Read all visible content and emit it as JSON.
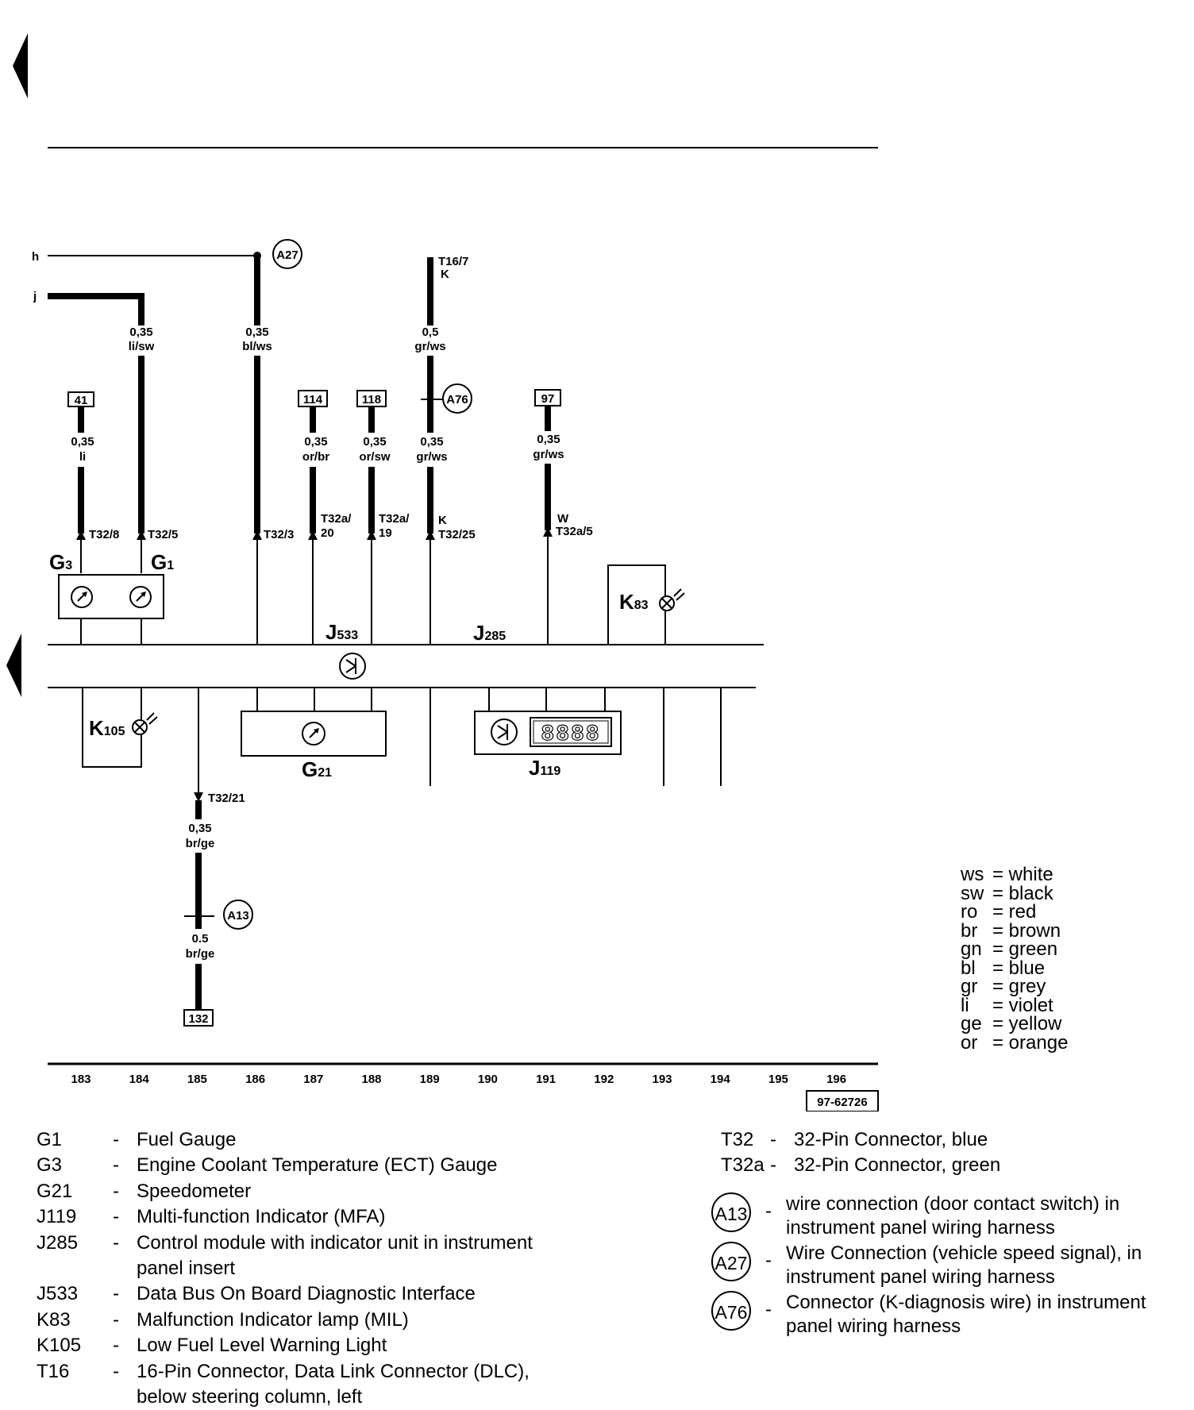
{
  "wire_ends": {
    "h": "h",
    "j": "j"
  },
  "wires": {
    "w184": {
      "size": "0,35",
      "color": "li/sw"
    },
    "w186": {
      "size": "0,35",
      "color": "bl/ws"
    },
    "w189top": {
      "size": "0,5",
      "color": "gr/ws"
    },
    "w183": {
      "size": "0,35",
      "color": "li"
    },
    "w187": {
      "size": "0,35",
      "color": "or/br"
    },
    "w188": {
      "size": "0,35",
      "color": "or/sw"
    },
    "w189": {
      "size": "0,35",
      "color": "gr/ws"
    },
    "w191": {
      "size": "0,35",
      "color": "gr/ws"
    },
    "w185a": {
      "size": "0,35",
      "color": "br/ge"
    },
    "w185b": {
      "size": "0.5",
      "color": "br/ge"
    }
  },
  "connector_refs": {
    "r41": "41",
    "r114": "114",
    "r118": "118",
    "r97": "97",
    "r132": "132"
  },
  "pins": {
    "p183": "T32/8",
    "p184": "T32/5",
    "p186": "T32/3",
    "p187a": "T32a/",
    "p187b": "20",
    "p188a": "T32a/",
    "p188b": "19",
    "p189a": "K",
    "p189b": "T32/25",
    "p191a": "W",
    "p191b": "T32a/5",
    "p185": "T32/21",
    "t16a": "T16/7",
    "t16b": "K"
  },
  "circles": {
    "a27": "A27",
    "a76": "A76",
    "a13": "A13"
  },
  "components": {
    "g3": {
      "main": "G",
      "sub": "3"
    },
    "g1": {
      "main": "G",
      "sub": "1"
    },
    "j533": {
      "main": "J",
      "sub": "533"
    },
    "j285": {
      "main": "J",
      "sub": "285"
    },
    "k83": {
      "main": "K",
      "sub": "83"
    },
    "k105": {
      "main": "K",
      "sub": "105"
    },
    "g21": {
      "main": "G",
      "sub": "21"
    },
    "j119": {
      "main": "J",
      "sub": "119"
    }
  },
  "display_digits": "8888",
  "track_numbers": [
    "183",
    "184",
    "185",
    "186",
    "187",
    "188",
    "189",
    "190",
    "191",
    "192",
    "193",
    "194",
    "195",
    "196"
  ],
  "diagram_id": "97-62726",
  "color_legend": [
    {
      "code": "ws",
      "name": "= white"
    },
    {
      "code": "sw",
      "name": "= black"
    },
    {
      "code": "ro",
      "name": "= red"
    },
    {
      "code": "br",
      "name": "= brown"
    },
    {
      "code": "gn",
      "name": "= green"
    },
    {
      "code": "bl",
      "name": "= blue"
    },
    {
      "code": "gr",
      "name": "= grey"
    },
    {
      "code": "li",
      "name": "= violet"
    },
    {
      "code": "ge",
      "name": "= yellow"
    },
    {
      "code": "or",
      "name": "= orange"
    }
  ],
  "legend_left": [
    {
      "code": "G1",
      "dash": "-",
      "lines": [
        "Fuel Gauge"
      ]
    },
    {
      "code": "G3",
      "dash": "-",
      "lines": [
        "Engine Coolant Temperature (ECT) Gauge"
      ]
    },
    {
      "code": "G21",
      "dash": "-",
      "lines": [
        "Speedometer"
      ]
    },
    {
      "code": "J119",
      "dash": "-",
      "lines": [
        "Multi-function Indicator (MFA)"
      ]
    },
    {
      "code": "J285",
      "dash": "-",
      "lines": [
        "Control module with indicator unit in instrument",
        "panel insert"
      ]
    },
    {
      "code": "J533",
      "dash": "-",
      "lines": [
        "Data Bus On Board Diagnostic Interface"
      ]
    },
    {
      "code": "K83",
      "dash": "-",
      "lines": [
        "Malfunction Indicator lamp (MIL)"
      ]
    },
    {
      "code": "K105",
      "dash": "-",
      "lines": [
        "Low Fuel Level Warning Light"
      ]
    },
    {
      "code": "T16",
      "dash": "-",
      "lines": [
        "16-Pin Connector, Data Link Connector (DLC),",
        "below steering column, left"
      ]
    }
  ],
  "legend_right": [
    {
      "code": "T32",
      "dash": "-",
      "text": "32-Pin Connector, blue"
    },
    {
      "code": "T32a",
      "dash": "-",
      "text": "32-Pin Connector, green"
    }
  ],
  "legend_circles": [
    {
      "code": "A13",
      "dash": "-",
      "lines": [
        "wire connection (door contact switch) in",
        "instrument panel wiring harness"
      ]
    },
    {
      "code": "A27",
      "dash": "-",
      "lines": [
        "Wire Connection (vehicle speed signal), in",
        "instrument panel wiring harness"
      ]
    },
    {
      "code": "A76",
      "dash": "-",
      "lines": [
        "Connector (K-diagnosis wire) in instrument",
        "panel wiring harness"
      ]
    }
  ]
}
